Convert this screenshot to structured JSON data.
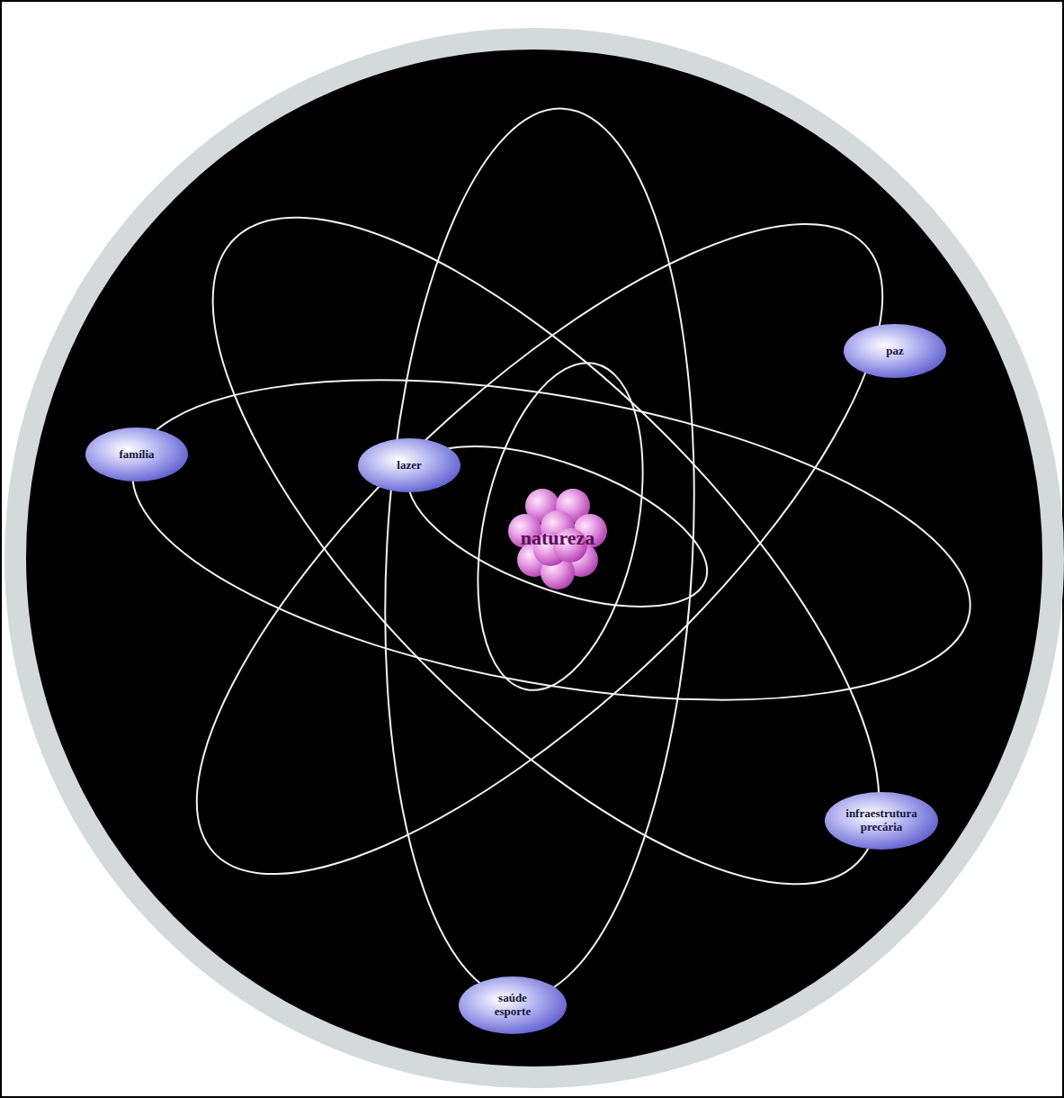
{
  "diagram": {
    "nodes": [
      {
        "text": [
          "paz"
        ]
      },
      {
        "text": [
          "família"
        ]
      },
      {
        "text": [
          "lazer"
        ]
      },
      {
        "text": [
          "natureza"
        ]
      },
      {
        "text": [
          "infraestrutura precária"
        ]
      },
      {
        "text": [
          "saúde esporte"
        ]
      }
    ]
  }
}
